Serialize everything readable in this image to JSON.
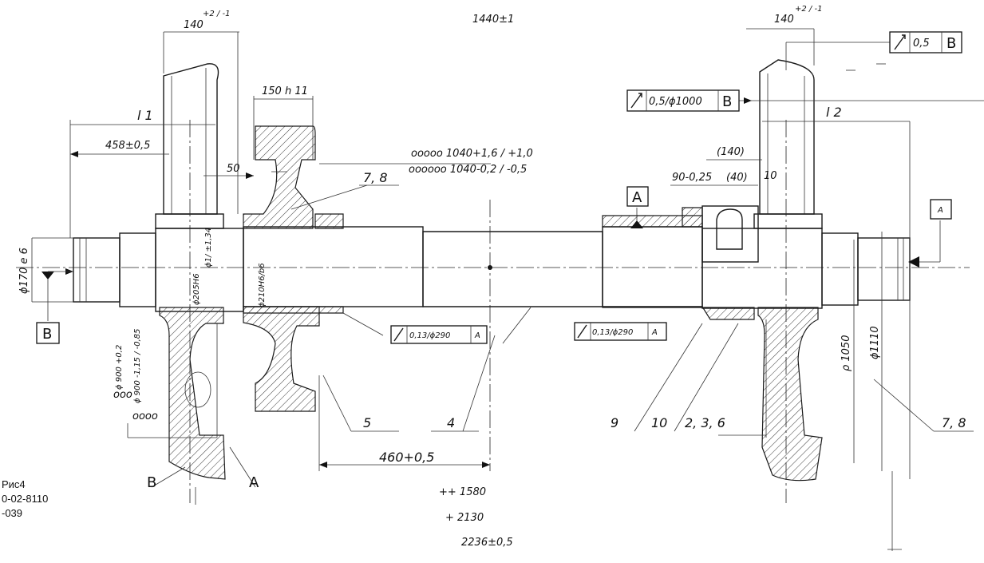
{
  "caption": [
    "Рис4",
    "0-02-8110",
    "-039"
  ],
  "dimensions": {
    "total_length": "1440±1",
    "hub_width_left": "140",
    "hub_width_left_tol": "+2 / -1",
    "hub_width_right": "140",
    "hub_width_right_tol": "+2 / -1",
    "gear_width": "150 h 11",
    "l1": "l 1",
    "l2": "l 2",
    "d458": "458±0,5",
    "d50": "50",
    "seat_1040_a": "ooooo 1040+1,6 / +1,0",
    "seat_1040_b": "oooooo 1040-0,2 / -0,5",
    "d140": "(140)",
    "d90": "90-0,25",
    "d40": "(40)",
    "d10": "10",
    "phi170": "ϕ170 e 6",
    "phi205": "ϕ205H6",
    "phi_fit_left": "ϕ1/ ±1,34",
    "phi210": "ϕ210H6/b6",
    "phi900a": "ϕ 900 +0,2",
    "phi900b": "ϕ 900 -1,15 / -0,85",
    "phi900_marks_a": "ooo",
    "phi900_marks_b": "oooo",
    "d460": "460+0,5",
    "d1580": "++ 1580",
    "d2130": "+ 2130",
    "d2236": "2236±0,5",
    "rho1050": "ρ 1050",
    "phi1110": "ϕ1110"
  },
  "tolerance_frames": {
    "top_right": {
      "value": "0,5",
      "datum": "B"
    },
    "mid_right": {
      "value": "0,5/ϕ1000",
      "datum": "B"
    },
    "runout_left": {
      "value": "0,13/ϕ290",
      "datum": "A"
    },
    "runout_right": {
      "value": "0,13/ϕ290",
      "datum": "A"
    }
  },
  "datums": {
    "B_left": "B",
    "A_top": "A",
    "A_right": "A",
    "B_bottom": "B",
    "A_bottom": "A"
  },
  "callouts": {
    "c78_top": "7, 8",
    "c5": "5",
    "c4": "4",
    "c9": "9",
    "c10": "10",
    "c236": "2, 3, 6",
    "c78_right": "7, 8"
  }
}
